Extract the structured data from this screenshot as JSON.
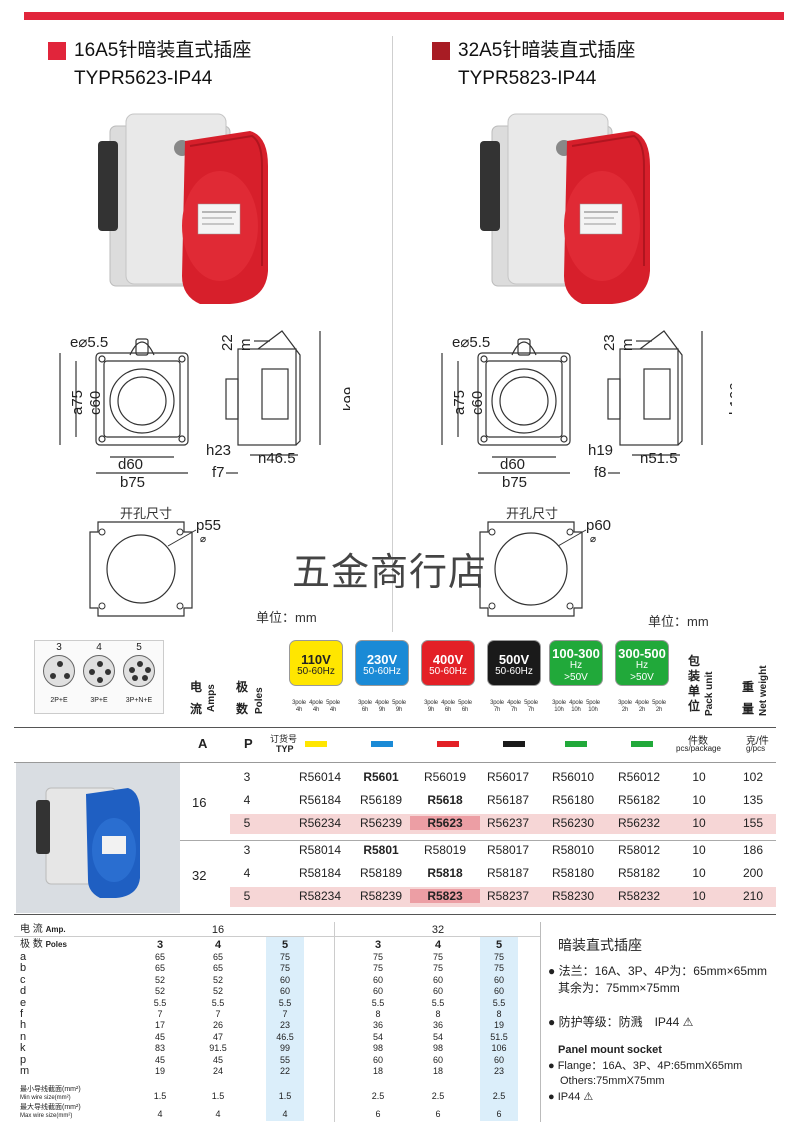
{
  "left": {
    "title": "16A5针暗装直式插座",
    "model": "TYPR5623-IP44",
    "accent": "#e1253b",
    "dims": {
      "e": "e⌀5.5",
      "m": "22",
      "a": "a75",
      "c": "c60",
      "k": "k99",
      "d": "d60",
      "b": "b75",
      "h": "h23",
      "n": "n46.5",
      "f": "f7",
      "p": "p55",
      "p_sub": "⌀"
    }
  },
  "right": {
    "title": "32A5针暗装直式插座",
    "model": "TYPR5823-IP44",
    "accent": "#a81c24",
    "dims": {
      "e": "e⌀5.5",
      "m": "23",
      "a": "a75",
      "c": "c60",
      "k": "k106",
      "d": "d60",
      "b": "b75",
      "h": "h19",
      "n": "n51.5",
      "f": "f8",
      "p": "p60",
      "p_sub": "⌀"
    }
  },
  "cutout_label": "开孔尺寸",
  "m_label": "m",
  "watermark": "五金商行店",
  "unit_label": "单位：mm",
  "pin_labels": [
    {
      "num": "3",
      "name": "2P+E"
    },
    {
      "num": "4",
      "name": "3P+E"
    },
    {
      "num": "5",
      "name": "3P+N+E"
    }
  ],
  "header": {
    "amps_cn": "电流",
    "amps_en": "Amps",
    "poles_cn": "极数",
    "poles_en": "Poles",
    "pack_cn": "包装单位",
    "pack_en": "Pack unit",
    "weight_cn": "重量",
    "weight_en": "Net weight",
    "order_cn": "订货号",
    "typ": "TYP",
    "col_a": "A",
    "col_p": "P",
    "pcs_cn": "件数",
    "pcs_en": "pcs/package",
    "g_cn": "克/件",
    "g_en": "g/pcs"
  },
  "voltages": [
    {
      "v": "110V",
      "hz": "50-60Hz",
      "color": "#ffe600",
      "text": "#222",
      "bar": "#ffe600",
      "poles": [
        "3pole 4h",
        "4pole 4h",
        "5pole 4h"
      ]
    },
    {
      "v": "230V",
      "hz": "50-60Hz",
      "color": "#1a8ad6",
      "text": "#fff",
      "bar": "#1a8ad6",
      "poles": [
        "3pole 6h",
        "4pole 9h",
        "5pole 9h"
      ]
    },
    {
      "v": "400V",
      "hz": "50-60Hz",
      "color": "#e32026",
      "text": "#fff",
      "bar": "#e32026",
      "poles": [
        "3pole 9h",
        "4pole 6h",
        "5pole 6h"
      ]
    },
    {
      "v": "500V",
      "hz": "50-60Hz",
      "color": "#1a1a1a",
      "text": "#fff",
      "bar": "#1a1a1a",
      "poles": [
        "3pole 7h",
        "4pole 7h",
        "5pole 7h"
      ]
    },
    {
      "v": "100-300",
      "hz": "Hz",
      "extra": ">50V",
      "color": "#21a93a",
      "text": "#fff",
      "bar": "#21a93a",
      "poles": [
        "3pole 10h",
        "4pole 10h",
        "5pole 10h"
      ]
    },
    {
      "v": "300-500",
      "hz": "Hz",
      "extra": ">50V",
      "color": "#21a93a",
      "text": "#fff",
      "bar": "#21a93a",
      "poles": [
        "3pole 2h",
        "4pole 2h",
        "5pole 2h"
      ]
    }
  ],
  "groups": [
    {
      "amp": "16",
      "rows": [
        {
          "p": "3",
          "codes": [
            "R56014",
            "R5601",
            "R56019",
            "R56017",
            "R56010",
            "R56012"
          ],
          "bold": 1,
          "pack": "10",
          "weight": "102",
          "hl": false
        },
        {
          "p": "4",
          "codes": [
            "R56184",
            "R56189",
            "R5618",
            "R56187",
            "R56180",
            "R56182"
          ],
          "bold": 2,
          "pack": "10",
          "weight": "135",
          "hl": false
        },
        {
          "p": "5",
          "codes": [
            "R56234",
            "R56239",
            "R5623",
            "R56237",
            "R56230",
            "R56232"
          ],
          "bold": 2,
          "pack": "10",
          "weight": "155",
          "hl": true
        }
      ]
    },
    {
      "amp": "32",
      "rows": [
        {
          "p": "3",
          "codes": [
            "R58014",
            "R5801",
            "R58019",
            "R58017",
            "R58010",
            "R58012"
          ],
          "bold": 1,
          "pack": "10",
          "weight": "186",
          "hl": false
        },
        {
          "p": "4",
          "codes": [
            "R58184",
            "R58189",
            "R5818",
            "R58187",
            "R58180",
            "R58182"
          ],
          "bold": 2,
          "pack": "10",
          "weight": "200",
          "hl": false
        },
        {
          "p": "5",
          "codes": [
            "R58234",
            "R58239",
            "R5823",
            "R58237",
            "R58230",
            "R58232"
          ],
          "bold": 2,
          "pack": "10",
          "weight": "210",
          "hl": true
        }
      ]
    }
  ],
  "spec": {
    "amp_label": "电 流",
    "amp_en": "Amp.",
    "poles_label": "极 数",
    "poles_en": "Poles",
    "amps": [
      "16",
      "32"
    ],
    "poles": [
      "3",
      "4",
      "5",
      "3",
      "4",
      "5"
    ],
    "rows": [
      {
        "k": "a",
        "v": [
          "65",
          "65",
          "75",
          "75",
          "75",
          "75"
        ]
      },
      {
        "k": "b",
        "v": [
          "65",
          "65",
          "75",
          "75",
          "75",
          "75"
        ]
      },
      {
        "k": "c",
        "v": [
          "52",
          "52",
          "60",
          "60",
          "60",
          "60"
        ]
      },
      {
        "k": "d",
        "v": [
          "52",
          "52",
          "60",
          "60",
          "60",
          "60"
        ]
      },
      {
        "k": "e",
        "v": [
          "5.5",
          "5.5",
          "5.5",
          "5.5",
          "5.5",
          "5.5"
        ]
      },
      {
        "k": "f",
        "v": [
          "7",
          "7",
          "7",
          "8",
          "8",
          "8"
        ]
      },
      {
        "k": "h",
        "v": [
          "17",
          "26",
          "23",
          "36",
          "36",
          "19"
        ]
      },
      {
        "k": "n",
        "v": [
          "45",
          "47",
          "46.5",
          "54",
          "54",
          "51.5"
        ]
      },
      {
        "k": "k",
        "v": [
          "83",
          "91.5",
          "99",
          "98",
          "98",
          "106"
        ]
      },
      {
        "k": "p",
        "v": [
          "45",
          "45",
          "55",
          "60",
          "60",
          "60"
        ]
      },
      {
        "k": "m",
        "v": [
          "19",
          "24",
          "22",
          "18",
          "18",
          "23"
        ]
      },
      {
        "k": "最小导线截面(mm²)",
        "en": "Min wire size(mm²)",
        "v": [
          "1.5",
          "1.5",
          "1.5",
          "2.5",
          "2.5",
          "2.5"
        ]
      },
      {
        "k": "最大导线截面(mm²)",
        "en": "Max wire size(mm²)",
        "v": [
          "4",
          "4",
          "4",
          "6",
          "6",
          "6"
        ]
      }
    ]
  },
  "notes": {
    "title_cn": "暗装直式插座",
    "flange_cn": "法兰：16A、3P、4P为：65mm×65mm",
    "flange_cn2": "其余为：75mm×75mm",
    "ip_cn": "防护等级：防溅　IP44",
    "title_en": "Panel mount socket",
    "flange_en": "Flange：16A、3P、4P:65mmX65mm",
    "flange_en2": "Others:75mmX75mm",
    "ip_en": "IP44"
  }
}
